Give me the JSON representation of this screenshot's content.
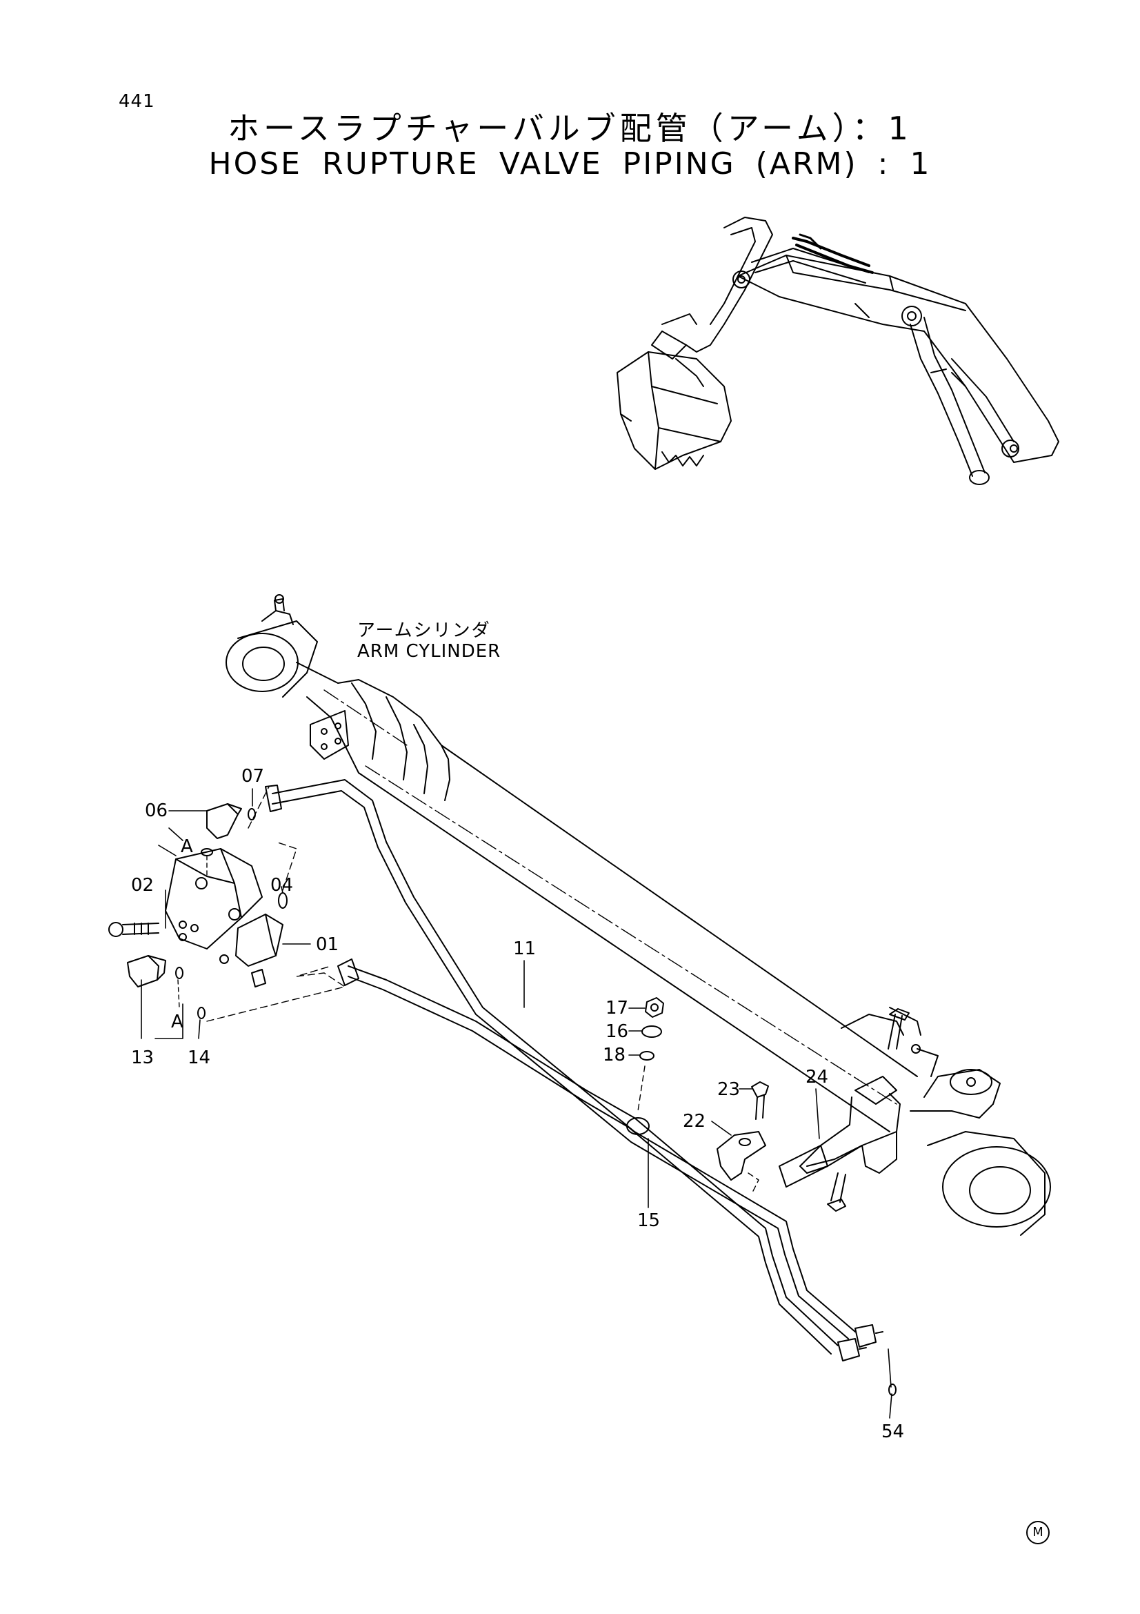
{
  "header": {
    "page_number": "441",
    "title_jp": "ホースラプチャーバルブ配管（アーム）：1",
    "title_en": "HOSE RUPTURE VALVE PIPING (ARM) : 1"
  },
  "callout": {
    "name_jp": "アームシリンダ",
    "name_en": "ARM CYLINDER"
  },
  "parts": [
    {
      "id": "07",
      "label": "07"
    },
    {
      "id": "06",
      "label": "06"
    },
    {
      "id": "a-upper",
      "label": "A"
    },
    {
      "id": "02",
      "label": "02"
    },
    {
      "id": "04",
      "label": "04"
    },
    {
      "id": "01",
      "label": "01"
    },
    {
      "id": "11",
      "label": "11"
    },
    {
      "id": "17",
      "label": "17"
    },
    {
      "id": "16",
      "label": "16"
    },
    {
      "id": "18",
      "label": "18"
    },
    {
      "id": "23",
      "label": "23"
    },
    {
      "id": "24",
      "label": "24"
    },
    {
      "id": "22",
      "label": "22"
    },
    {
      "id": "15",
      "label": "15"
    },
    {
      "id": "a-lower",
      "label": "A"
    },
    {
      "id": "13",
      "label": "13"
    },
    {
      "id": "14",
      "label": "14"
    },
    {
      "id": "54",
      "label": "54"
    }
  ],
  "footer": {
    "mark": "M"
  }
}
